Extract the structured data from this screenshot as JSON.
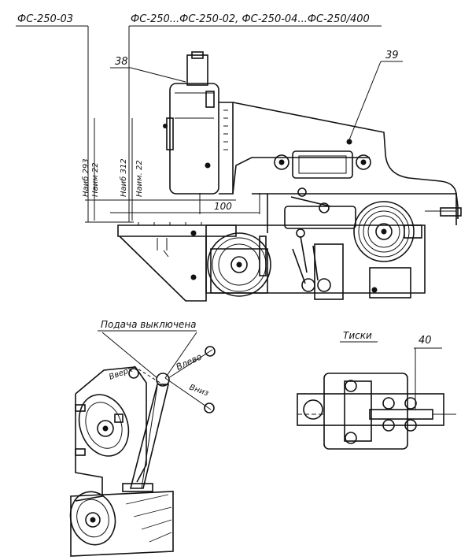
{
  "top_labels": {
    "model_left": "ФС-250-03",
    "models_right": "ФС-250...ФС-250-02, ФС-250-04...ФС-250/400"
  },
  "callouts": {
    "c38": "38",
    "c39": "39",
    "c40": "40"
  },
  "dimensions": {
    "naib_293": "Наиб 293",
    "naim_22_left": "Наим 22",
    "naib_312": "Наиб 312",
    "naim_22_right": "Наим. 22",
    "d100": "100"
  },
  "lever_diagram": {
    "title": "Подача выключена",
    "up": "Вверх",
    "left": "Влево",
    "down": "Вниз"
  },
  "vise": {
    "title": "Тиски"
  }
}
